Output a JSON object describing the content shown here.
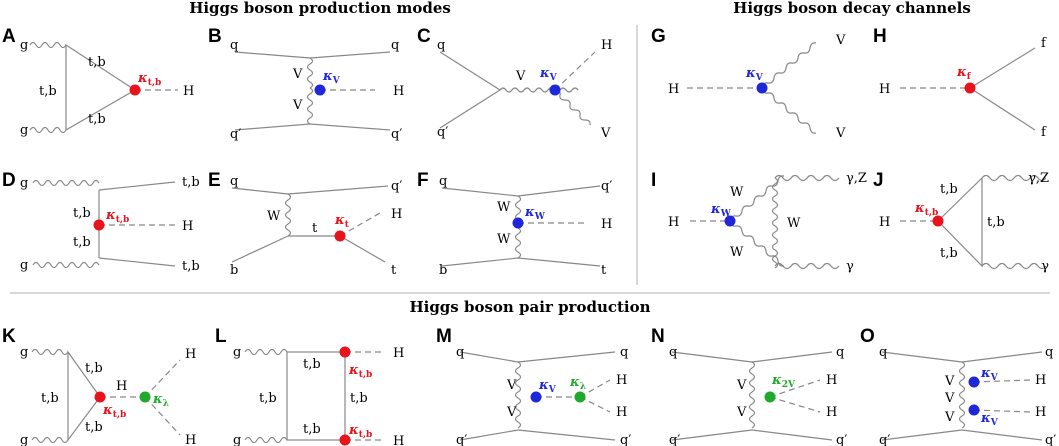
{
  "headings": {
    "production": "Higgs boson production modes",
    "decay": "Higgs boson decay channels",
    "pair": "Higgs boson pair production"
  },
  "panels": {
    "A": {
      "letter": "A",
      "g1": "g",
      "g2": "g",
      "side": "t,b",
      "top": "t,b",
      "bottom": "t,b",
      "H": "H",
      "kappa": "κ",
      "sub": "t,b"
    },
    "B": {
      "letter": "B",
      "q1": "q",
      "q2": "q",
      "q3": "q′",
      "q4": "q′",
      "V1": "V",
      "V2": "V",
      "H": "H",
      "kappa": "κ",
      "sub": "V"
    },
    "C": {
      "letter": "C",
      "q1": "q",
      "q2": "q′",
      "V": "V",
      "H": "H",
      "V2": "V",
      "kappa": "κ",
      "sub": "V"
    },
    "D": {
      "letter": "D",
      "g1": "g",
      "g2": "g",
      "t1": "t,b",
      "t2": "t,b",
      "t3": "t,b",
      "t4": "t,b",
      "H": "H",
      "kappa": "κ",
      "sub": "t,b"
    },
    "E": {
      "letter": "E",
      "q1": "q",
      "q2": "q′",
      "b": "b",
      "t": "t",
      "W": "W",
      "tp": "t",
      "H": "H",
      "kappa": "κ",
      "sub": "t"
    },
    "F": {
      "letter": "F",
      "q1": "q",
      "q2": "q′",
      "b": "b",
      "t": "t",
      "W1": "W",
      "W2": "W",
      "H": "H",
      "kappa": "κ",
      "sub": "W"
    },
    "G": {
      "letter": "G",
      "H": "H",
      "V1": "V",
      "V2": "V",
      "kappa": "κ",
      "sub": "V"
    },
    "H": {
      "letter": "H",
      "H": "H",
      "f1": "f",
      "f2": "f",
      "kappa": "κ",
      "sub": "f"
    },
    "I": {
      "letter": "I",
      "H": "H",
      "W1": "W",
      "W2": "W",
      "W3": "W",
      "gz": "γ,Z",
      "g": "γ",
      "kappa": "κ",
      "sub": "W"
    },
    "J": {
      "letter": "J",
      "H": "H",
      "t1": "t,b",
      "t2": "t,b",
      "t3": "t,b",
      "gz": "γ,Z",
      "g": "γ",
      "kappa": "κ",
      "sub": "t,b"
    },
    "K": {
      "letter": "K",
      "g1": "g",
      "g2": "g",
      "t1": "t,b",
      "t2": "t,b",
      "t3": "t,b",
      "Hm": "H",
      "H1": "H",
      "H2": "H",
      "kappa1": "κ",
      "sub1": "t,b",
      "kappa2": "κ",
      "sub2": "λ"
    },
    "L": {
      "letter": "L",
      "g1": "g",
      "g2": "g",
      "t1": "t,b",
      "t2": "t,b",
      "t3": "t,b",
      "t4": "t,b",
      "H1": "H",
      "H2": "H",
      "kappa1": "κ",
      "sub1": "t,b",
      "kappa2": "κ",
      "sub2": "t,b"
    },
    "M": {
      "letter": "M",
      "q1": "q",
      "q2": "q",
      "q3": "q′",
      "q4": "q′",
      "V1": "V",
      "V2": "V",
      "H1": "H",
      "H2": "H",
      "kappa1": "κ",
      "sub1": "V",
      "kappa2": "κ",
      "sub2": "λ"
    },
    "N": {
      "letter": "N",
      "q1": "q",
      "q2": "q",
      "q3": "q′",
      "q4": "q′",
      "V1": "V",
      "V2": "V",
      "H1": "H",
      "H2": "H",
      "kappa": "κ",
      "sub": "2V"
    },
    "O": {
      "letter": "O",
      "q1": "q",
      "q2": "q",
      "q3": "q′",
      "q4": "q′",
      "V1": "V",
      "V2": "V",
      "V3": "V",
      "H1": "H",
      "H2": "H",
      "kappa1": "κ",
      "sub1": "V",
      "kappa2": "κ",
      "sub2": "V"
    }
  },
  "colors": {
    "red": "#e8131b",
    "blue": "#1f27d8",
    "green": "#1faa2b",
    "line": "#888888",
    "text": "#000000"
  }
}
